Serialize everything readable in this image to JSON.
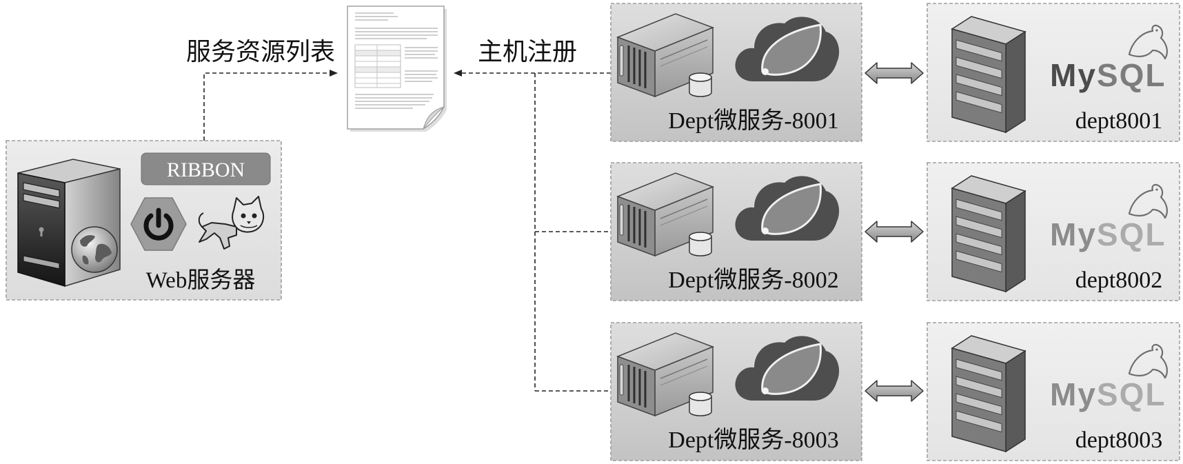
{
  "labels": {
    "service_list": "服务资源列表",
    "host_register": "主机注册"
  },
  "web_server": {
    "ribbon": "RIBBON",
    "name": "Web服务器",
    "icons": [
      "server-tower-icon",
      "globe-icon",
      "power-icon",
      "tomcat-icon"
    ]
  },
  "registry": {
    "icon": "document-icon"
  },
  "services": [
    {
      "name": "Dept微服务-8001",
      "icons": [
        "rack-server-icon",
        "spring-cloud-icon"
      ]
    },
    {
      "name": "Dept微服务-8002",
      "icons": [
        "rack-server-icon",
        "spring-cloud-icon"
      ]
    },
    {
      "name": "Dept微服务-8003",
      "icons": [
        "rack-server-icon",
        "spring-cloud-icon"
      ]
    }
  ],
  "databases": [
    {
      "name": "dept8001",
      "logo": {
        "my": "My",
        "sql": "SQL"
      },
      "icons": [
        "database-server-icon",
        "mysql-dolphin-icon"
      ]
    },
    {
      "name": "dept8002",
      "logo": {
        "my": "My",
        "sql": "SQL"
      },
      "icons": [
        "database-server-icon",
        "mysql-dolphin-icon"
      ]
    },
    {
      "name": "dept8003",
      "logo": {
        "my": "My",
        "sql": "SQL"
      },
      "icons": [
        "database-server-icon",
        "mysql-dolphin-icon"
      ]
    }
  ],
  "colors": {
    "web_box_top": "#ececec",
    "web_box_bottom": "#dcdcdc",
    "dept_box_top": "#dedede",
    "dept_box_bottom": "#c3c3c3",
    "db_box_top": "#f0f0f0",
    "db_box_bottom": "#e4e4e4",
    "box_border": "#9e9e9e",
    "connector": "#222222",
    "ribbon_fill": "#8a8a8a",
    "ribbon_text": "#ffffff",
    "text": "#111111"
  }
}
